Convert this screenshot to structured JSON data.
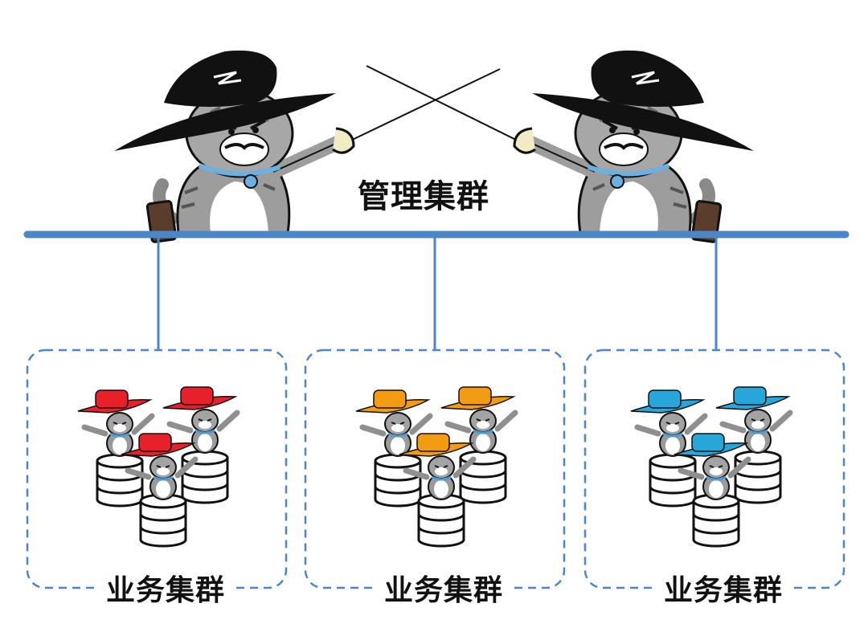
{
  "diagram": {
    "management_cluster": {
      "label": "管理集群",
      "mascots": [
        {
          "role": "fencer-cat-left",
          "icon": "fencer-cat-icon",
          "hat_color": "#111111"
        },
        {
          "role": "fencer-cat-right",
          "icon": "fencer-cat-icon",
          "hat_color": "#111111"
        }
      ]
    },
    "bus_color": "#4a86c8",
    "business_clusters": [
      {
        "label": "业务集群",
        "hat_color": "#e8202a",
        "icon": "database-cat-group-icon"
      },
      {
        "label": "业务集群",
        "hat_color": "#f39c12",
        "icon": "database-cat-group-icon"
      },
      {
        "label": "业务集群",
        "hat_color": "#27a6d9",
        "icon": "database-cat-group-icon"
      }
    ]
  }
}
